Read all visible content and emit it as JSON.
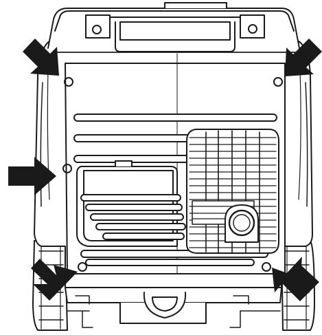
{
  "figure": {
    "subject": "generator-rear-view",
    "arrows": [
      {
        "name": "arrow-top-left",
        "direction": "down-right"
      },
      {
        "name": "arrow-top-right",
        "direction": "down-left"
      },
      {
        "name": "arrow-middle-left",
        "direction": "right"
      },
      {
        "name": "arrow-bottom-left",
        "direction": "up-right"
      },
      {
        "name": "arrow-bottom-right",
        "direction": "up-left"
      }
    ],
    "colors": {
      "line": "#1a1a1a",
      "fill": "#ffffff",
      "arrow": "#1a1a1a"
    }
  }
}
